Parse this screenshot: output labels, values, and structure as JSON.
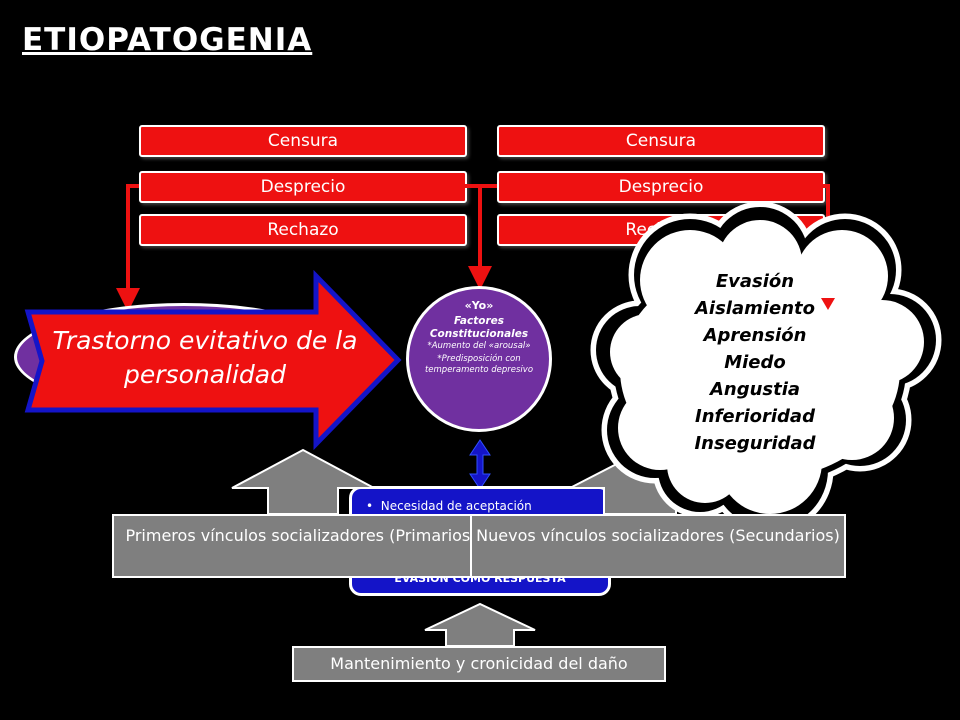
{
  "title": "ETIOPATOGENIA",
  "left_boxes": [
    "Censura",
    "Desprecio",
    "Rechazo"
  ],
  "right_boxes": [
    "Censura",
    "Desprecio",
    "Rechazo"
  ],
  "main_arrow_text": "Trastorno evitativo de la personalidad",
  "yo_circle": {
    "title": "«Yo»",
    "factors": "Factores Constitucionales",
    "item1": "*Aumento del «arousal»",
    "item2": "*Predisposición con temperamento depresivo"
  },
  "cloud_items": [
    "Evasión",
    "Aislamiento",
    "Aprensión",
    "Miedo",
    "Angustia",
    "Inferioridad",
    "Inseguridad"
  ],
  "blue_box": {
    "bullet": "Necesidad de aceptación",
    "bottom": "EVASIÓN COMO RESPUESTA"
  },
  "primary_box": "Primeros vínculos socializadores (Primarios)",
  "secondary_box": "Nuevos vínculos socializadores (Secundarios)",
  "bottom_box": "Mantenimiento y cronicidad del daño",
  "colors": {
    "red": "#ee1111",
    "purple": "#7030a0",
    "blue": "#1414c8",
    "gray": "#7f7f7f"
  }
}
